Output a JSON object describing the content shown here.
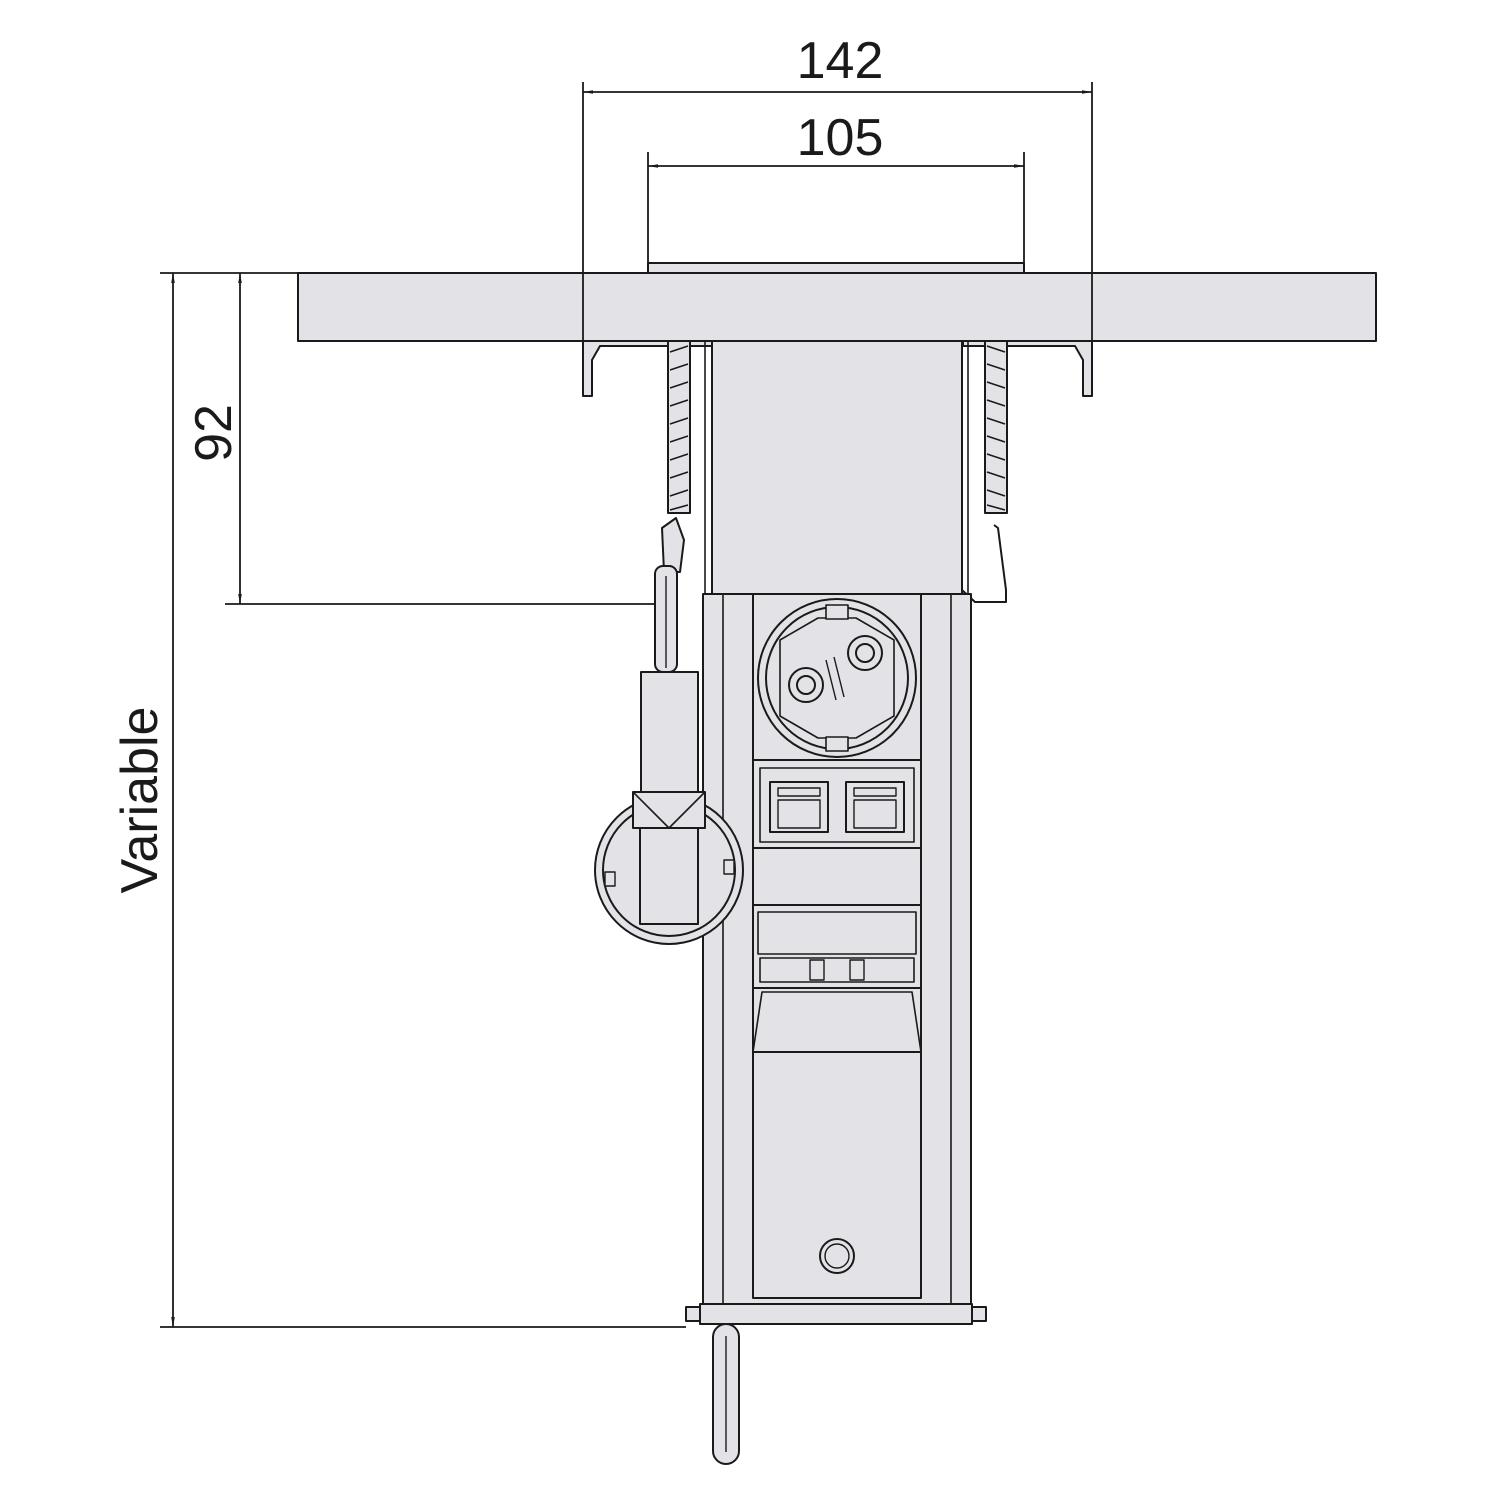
{
  "dimensions": {
    "overall_width": "142",
    "inner_width": "105",
    "depth_below_top": "92",
    "total_height": "Variable"
  },
  "colors": {
    "line": "#1a1a1a",
    "fill": "#e3e2e7",
    "background": "#ffffff"
  },
  "icons": [
    "schuko-socket-icon",
    "rj45-port-icon",
    "usb-port-icon",
    "power-plug-icon"
  ]
}
